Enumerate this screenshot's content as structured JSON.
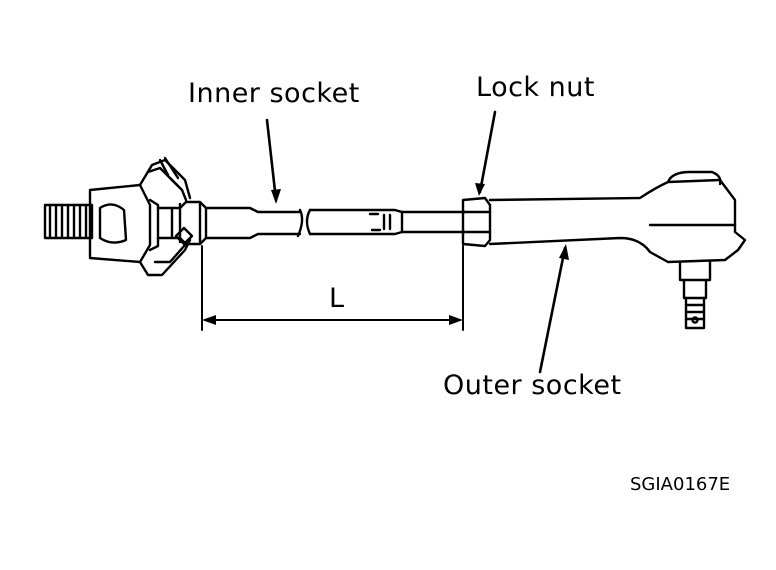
{
  "labels": {
    "inner_socket": "Inner socket",
    "lock_nut": "Lock nut",
    "outer_socket": "Outer socket",
    "dimension": "L",
    "figure_code": "SGIA0167E"
  },
  "colors": {
    "ink": "#000000",
    "background": "#ffffff"
  }
}
